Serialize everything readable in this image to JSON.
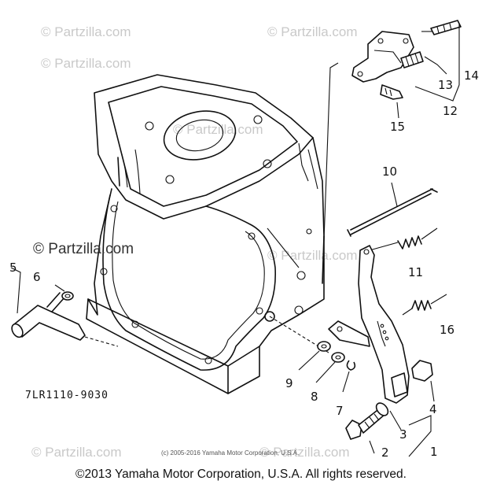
{
  "watermarks": {
    "faint": "© Partzilla.com",
    "strong": "© Partzilla.com"
  },
  "part_code": "7LR1110-9030",
  "credit_small": "(c) 2005-2016 Yamaha Motor Corporation, U.S.A.",
  "footer": "©2013 Yamaha Motor Corporation, U.S.A. All rights reserved.",
  "callouts": [
    "1",
    "2",
    "3",
    "4",
    "5",
    "6",
    "7",
    "8",
    "9",
    "10",
    "11",
    "12",
    "13",
    "14",
    "15",
    "16"
  ]
}
